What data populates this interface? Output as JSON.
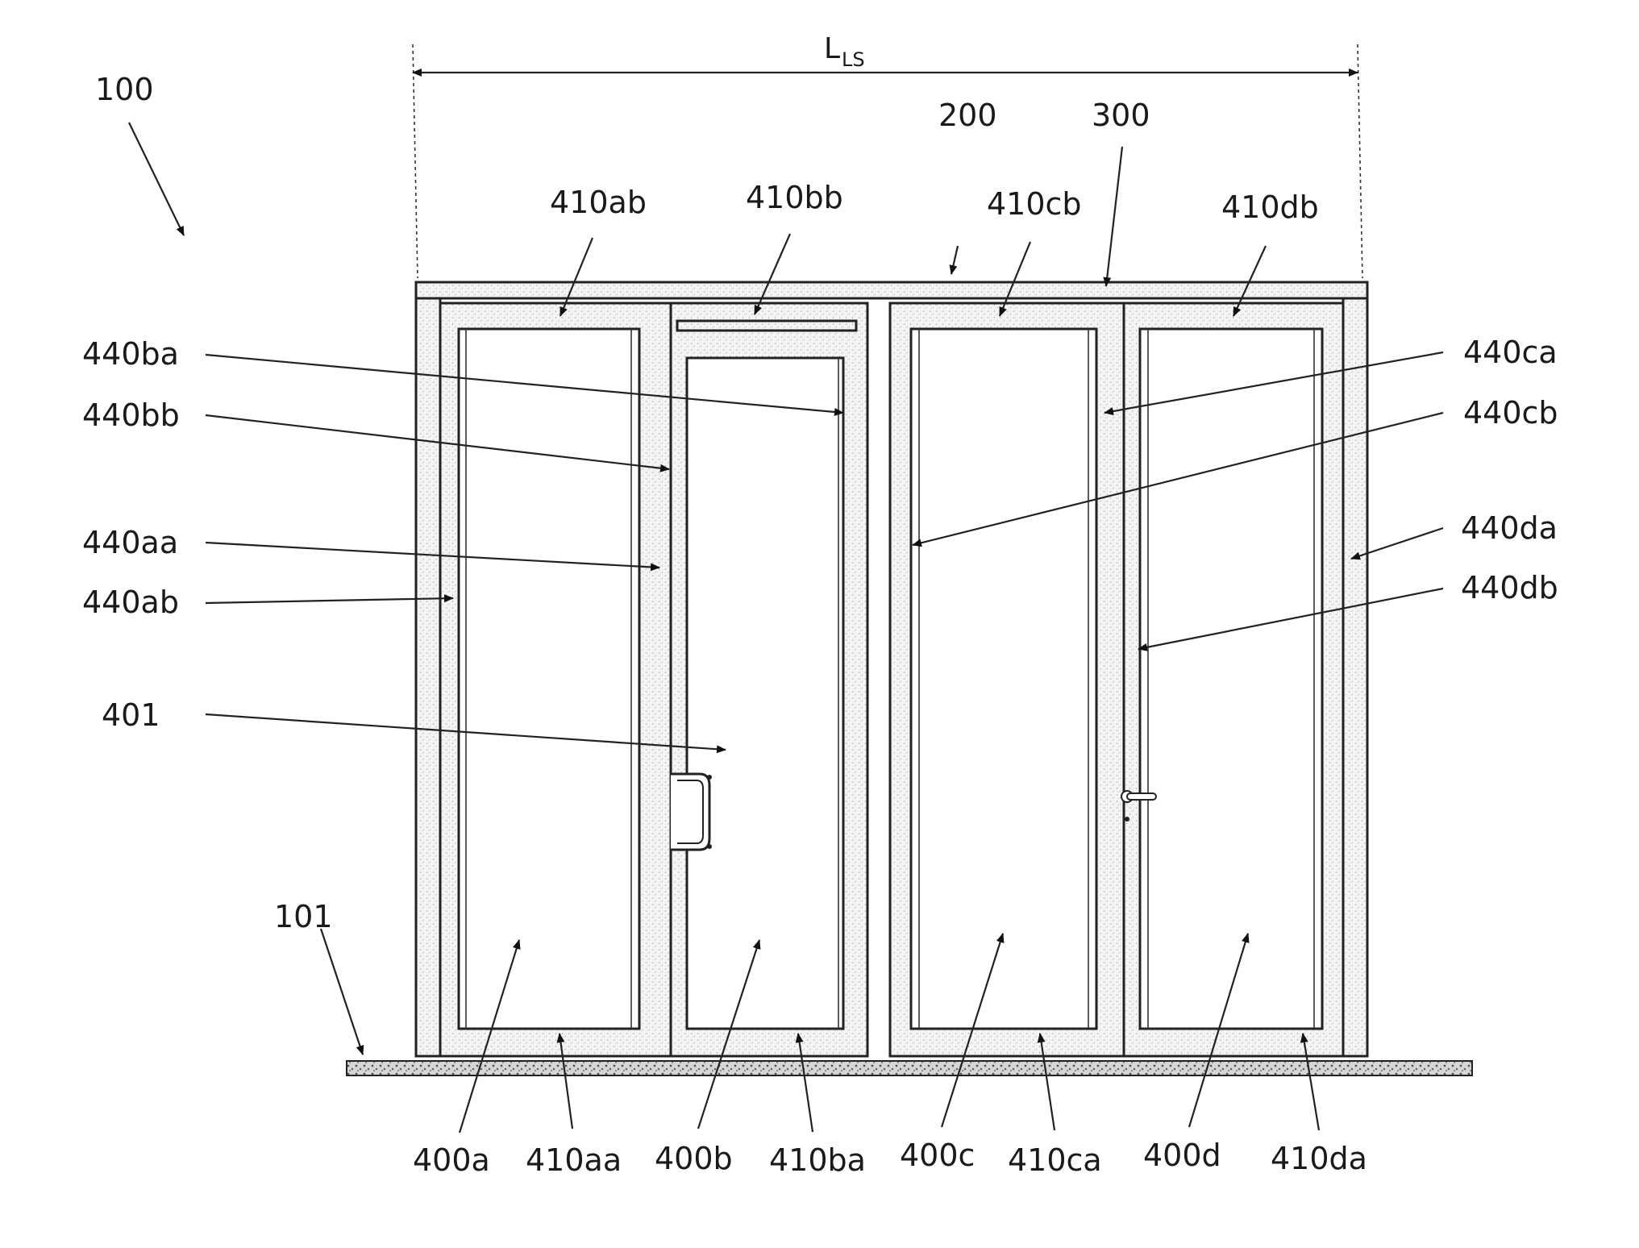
{
  "dimension": {
    "label": "L",
    "subscript": "LS"
  },
  "labels": {
    "l100": "100",
    "l101": "101",
    "l200": "200",
    "l300": "300",
    "l401": "401",
    "l400a": "400a",
    "l400b": "400b",
    "l400c": "400c",
    "l400d": "400d",
    "l410aa": "410aa",
    "l410ab": "410ab",
    "l410ba": "410ba",
    "l410bb": "410bb",
    "l410ca": "410ca",
    "l410cb": "410cb",
    "l410da": "410da",
    "l410db": "410db",
    "l440aa": "440aa",
    "l440ab": "440ab",
    "l440ba": "440ba",
    "l440bb": "440bb",
    "l440ca": "440ca",
    "l440cb": "440cb",
    "l440da": "440da",
    "l440db": "440db"
  }
}
